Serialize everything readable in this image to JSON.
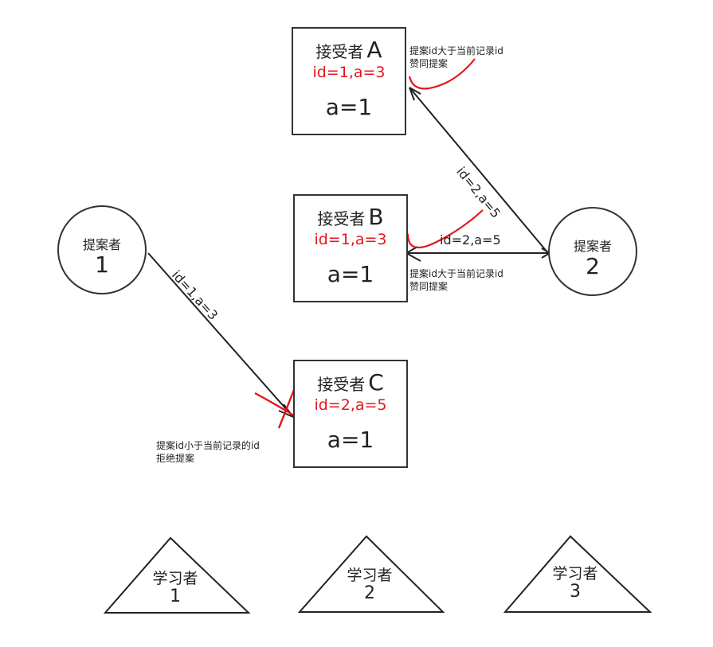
{
  "acceptors": [
    {
      "role": "接受者",
      "letter": "A",
      "record": "id=1,a=3",
      "value": "a=1"
    },
    {
      "role": "接受者",
      "letter": "B",
      "record": "id=1,a=3",
      "value": "a=1"
    },
    {
      "role": "接受者",
      "letter": "C",
      "record": "id=2,a=5",
      "value": "a=1"
    }
  ],
  "proposers": [
    {
      "role": "提案者",
      "number": "1"
    },
    {
      "role": "提案者",
      "number": "2"
    }
  ],
  "learners": [
    {
      "role": "学习者",
      "number": "1"
    },
    {
      "role": "学习者",
      "number": "2"
    },
    {
      "role": "学习者",
      "number": "3"
    }
  ],
  "messages": {
    "p2_to_a": "id=2,a=5",
    "p2_to_b": "id=2,a=5",
    "p1_to_c": "id=1,a=3"
  },
  "notes": {
    "a_accept_line1": "提案id大于当前记录id",
    "a_accept_line2": "赞同提案",
    "b_accept_line1": "提案id大于当前记录id",
    "b_accept_line2": "赞同提案",
    "c_reject_line1": "提案id小于当前记录的id",
    "c_reject_line2": "拒绝提案"
  },
  "colors": {
    "record": "#e4161b",
    "accept_mark": "#e4161b",
    "reject_mark": "#e4161b",
    "stroke": "#222222"
  }
}
